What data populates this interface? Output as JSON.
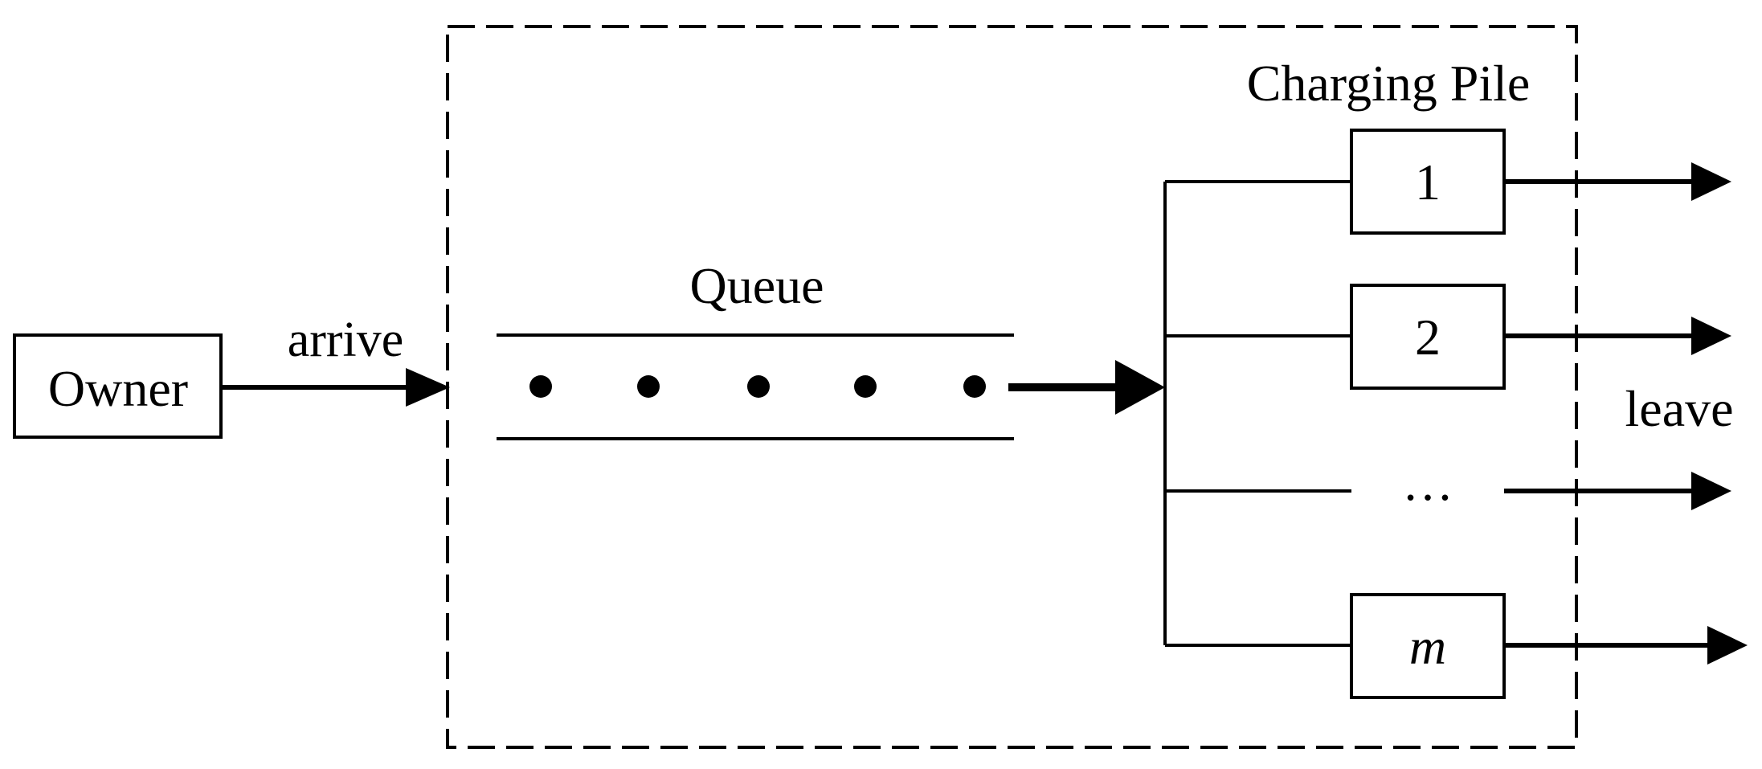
{
  "diagram": {
    "owner_label": "Owner",
    "arrive_label": "arrive",
    "queue_label": "Queue",
    "charging_pile_label": "Charging Pile",
    "leave_label": "leave",
    "piles": [
      {
        "label": "1"
      },
      {
        "label": "2"
      },
      {
        "label": "…"
      },
      {
        "label": "m"
      }
    ],
    "line_color": "#000000",
    "background_color": "#ffffff"
  }
}
